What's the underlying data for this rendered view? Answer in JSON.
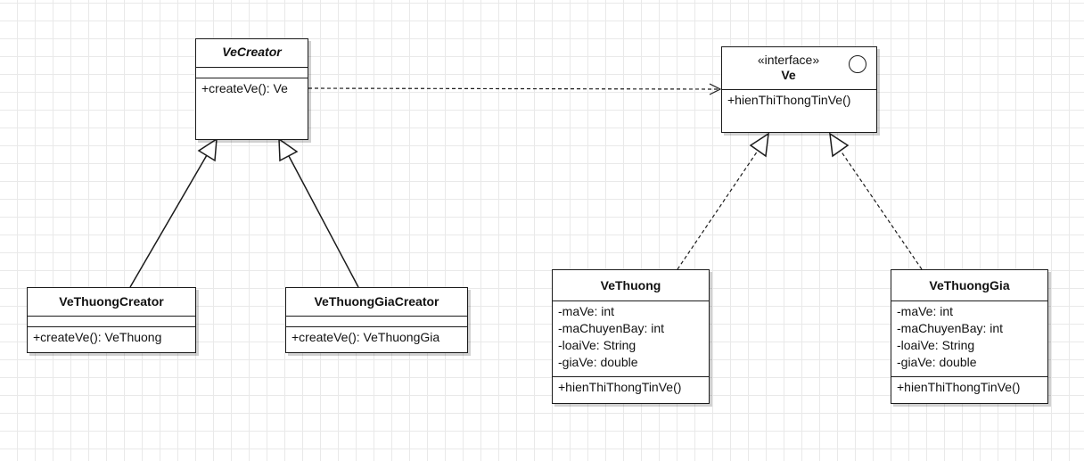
{
  "classes": {
    "ve_creator": {
      "name": "VeCreator",
      "attributes": [],
      "methods": [
        "+createVe(): Ve"
      ]
    },
    "ve_thuong_creator": {
      "name": "VeThuongCreator",
      "attributes": [],
      "methods": [
        "+createVe(): VeThuong"
      ]
    },
    "ve_thuong_gia_creator": {
      "name": "VeThuongGiaCreator",
      "attributes": [],
      "methods": [
        "+createVe(): VeThuongGia"
      ]
    },
    "ve": {
      "stereotype": "«interface»",
      "name": "Ve",
      "methods": [
        "+hienThiThongTinVe()"
      ]
    },
    "ve_thuong": {
      "name": "VeThuong",
      "attributes": [
        "-maVe: int",
        "-maChuyenBay: int",
        "-loaiVe: String",
        "-giaVe: double"
      ],
      "methods": [
        "+hienThiThongTinVe()"
      ]
    },
    "ve_thuong_gia": {
      "name": "VeThuongGia",
      "attributes": [
        "-maVe: int",
        "-maChuyenBay: int",
        "-loaiVe: String",
        "-giaVe: double"
      ],
      "methods": [
        "+hienThiThongTinVe()"
      ]
    }
  },
  "relations": [
    {
      "from": "VeThuongCreator",
      "to": "VeCreator",
      "kind": "generalization"
    },
    {
      "from": "VeThuongGiaCreator",
      "to": "VeCreator",
      "kind": "generalization"
    },
    {
      "from": "VeCreator",
      "to": "Ve",
      "kind": "dependency"
    },
    {
      "from": "VeThuong",
      "to": "Ve",
      "kind": "realization"
    },
    {
      "from": "VeThuongGia",
      "to": "Ve",
      "kind": "realization"
    }
  ],
  "colors": {
    "line": "#1b1b1b",
    "grid": "#e9e9e9",
    "background": "#ffffff"
  }
}
